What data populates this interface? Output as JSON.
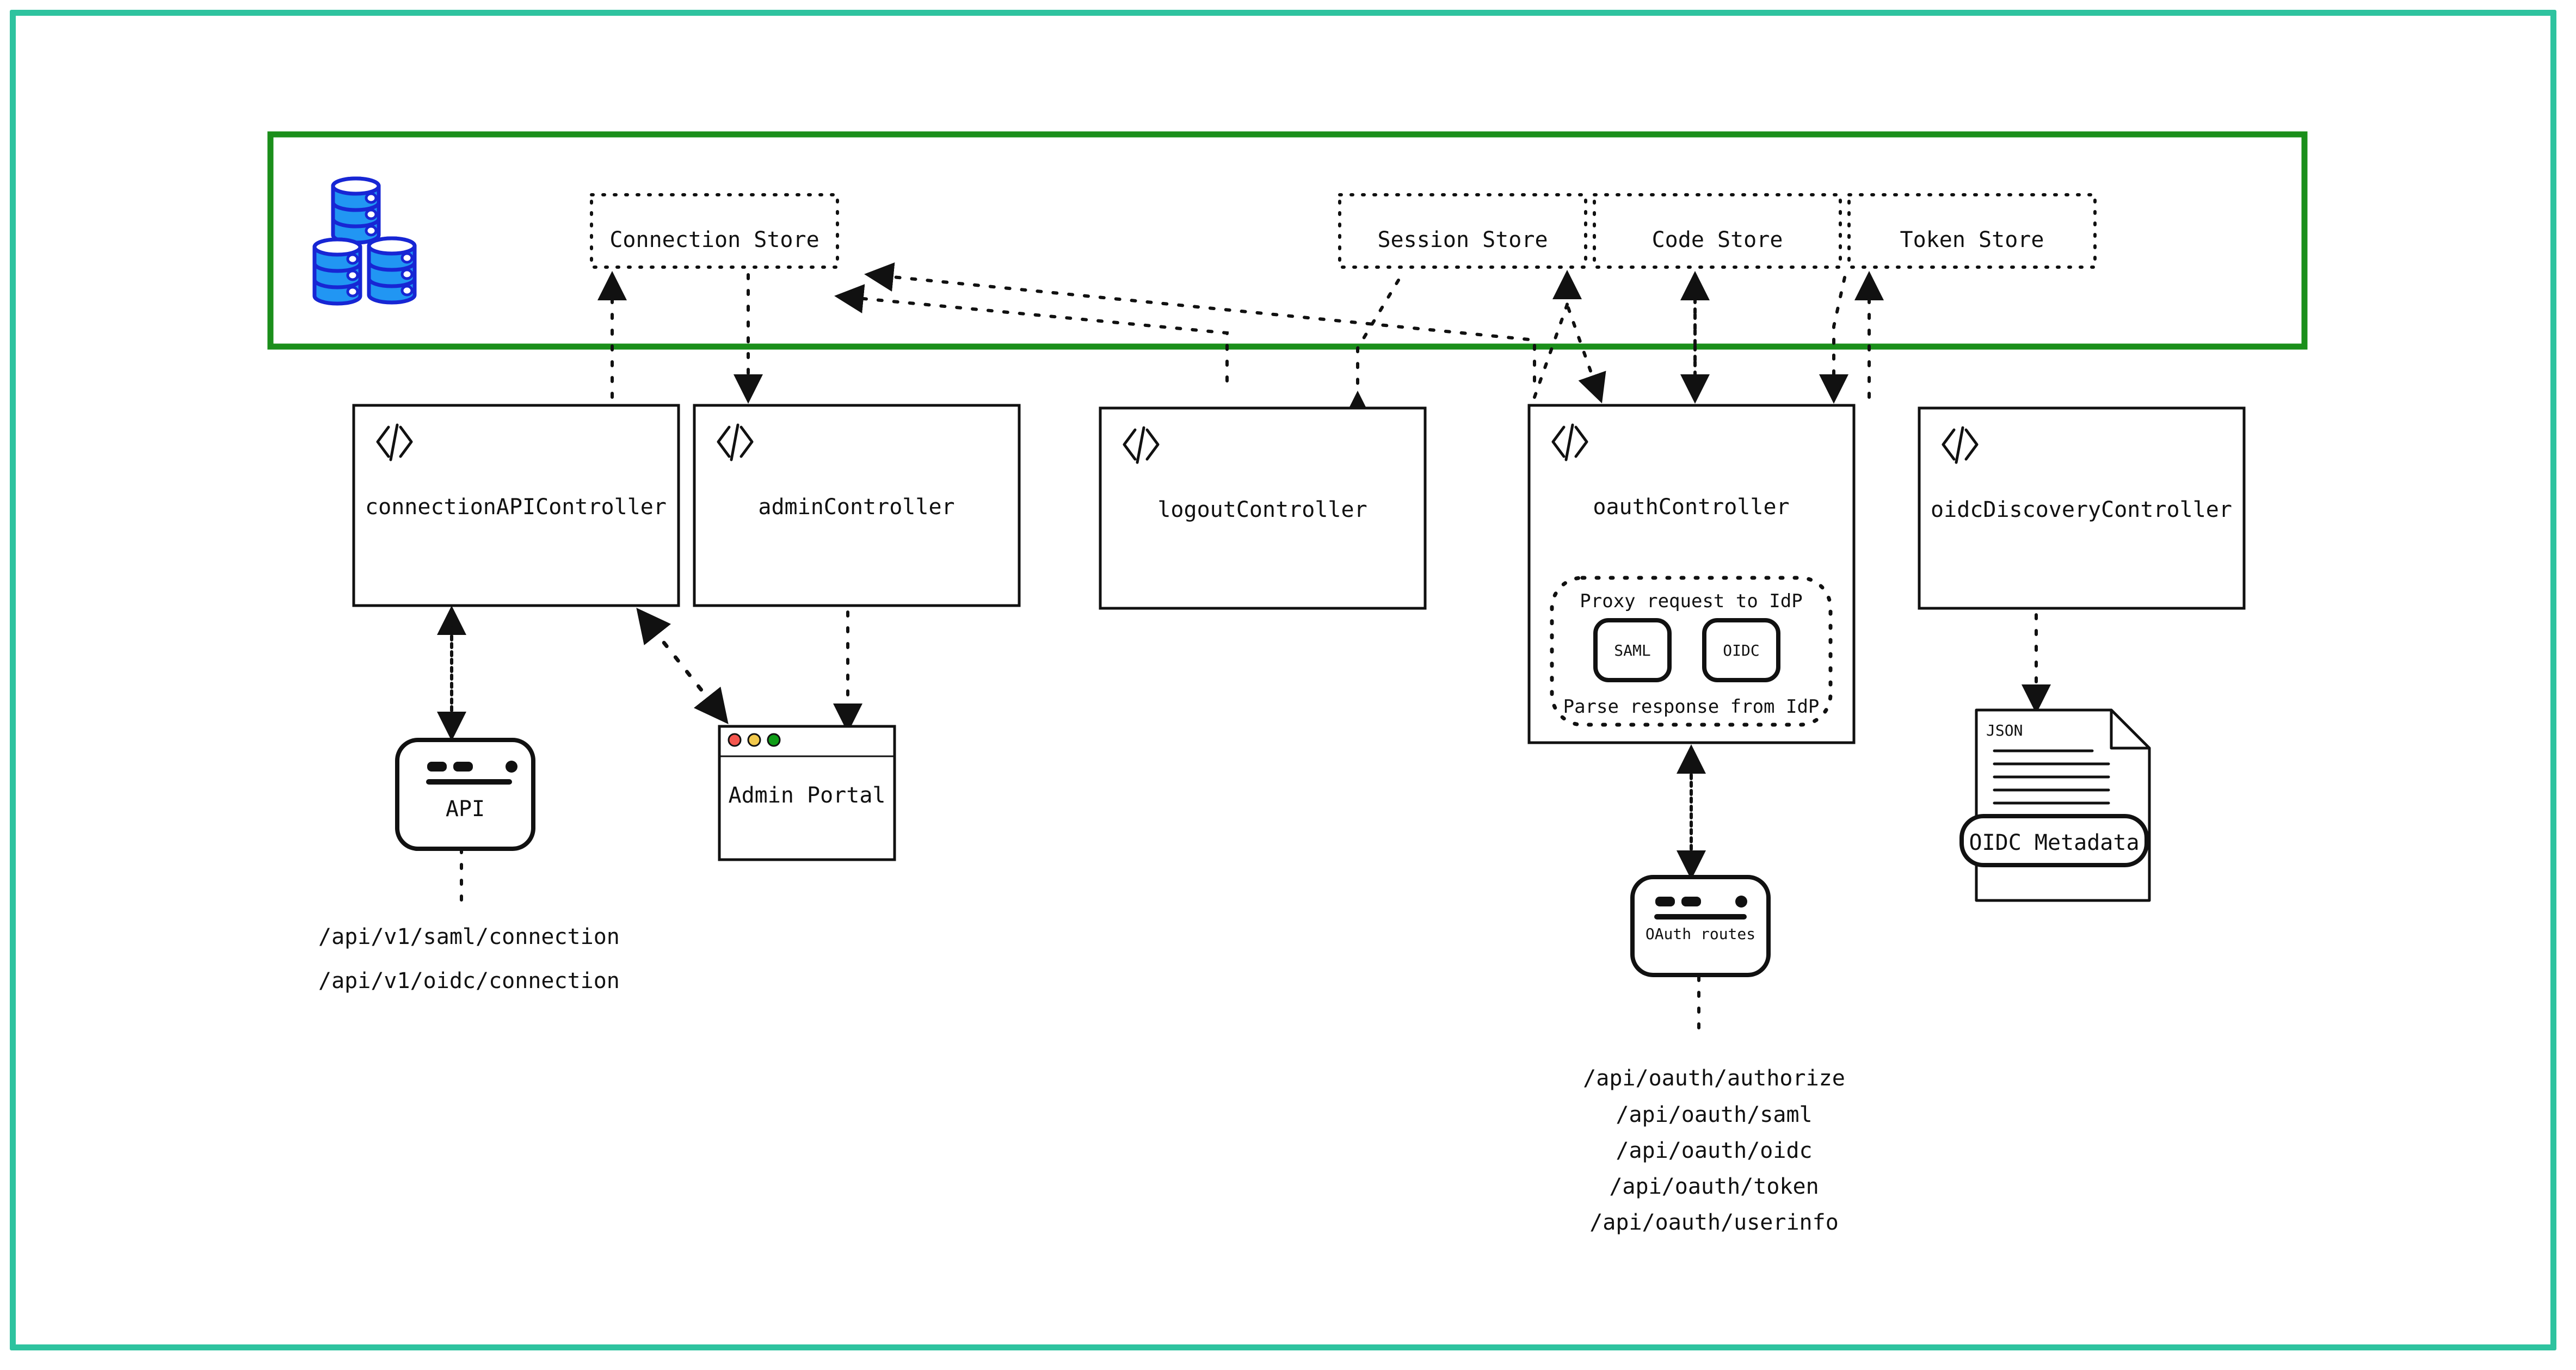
{
  "diagram": {
    "frame_color": "#2ec39f",
    "datastore_group": {
      "border_color": "#1b8f1b",
      "db_icon": "database-cylinders-icon",
      "stores": [
        {
          "name": "Connection Store",
          "icon": "connection-store-box"
        },
        {
          "name": "Session Store",
          "icon": "session-store-box"
        },
        {
          "name": "Code Store",
          "icon": "code-store-box"
        },
        {
          "name": "Token Store",
          "icon": "token-store-box"
        }
      ]
    },
    "controllers": [
      {
        "name": "connectionAPIController",
        "icon": "code-brackets-icon"
      },
      {
        "name": "adminController",
        "icon": "code-brackets-icon"
      },
      {
        "name": "logoutController",
        "icon": "code-brackets-icon"
      },
      {
        "name": "oauthController",
        "icon": "code-brackets-icon",
        "inner": {
          "top_label": "Proxy request to IdP",
          "bottom_label": "Parse response from IdP",
          "protocols": [
            "SAML",
            "OIDC"
          ]
        }
      },
      {
        "name": "oidcDiscoveryController",
        "icon": "code-brackets-icon"
      }
    ],
    "endpoints": {
      "api_node": {
        "label": "API",
        "icon": "api-window-icon"
      },
      "admin_portal": {
        "label": "Admin Portal",
        "icon": "browser-window-icon",
        "traffic_lights": [
          "#f4564e",
          "#f2c94c",
          "#0f9d17"
        ]
      },
      "oauth_routes_node": {
        "label": "OAuth routes",
        "icon": "api-window-icon"
      },
      "oidc_metadata": {
        "label": "OIDC Metadata",
        "doc_label": "JSON",
        "icon": "json-document-icon"
      }
    },
    "route_lists": {
      "connection_routes": [
        "/api/v1/saml/connection",
        "/api/v1/oidc/connection"
      ],
      "oauth_routes": [
        "/api/oauth/authorize",
        "/api/oauth/saml",
        "/api/oauth/oidc",
        "/api/oauth/token",
        "/api/oauth/userinfo"
      ]
    }
  }
}
